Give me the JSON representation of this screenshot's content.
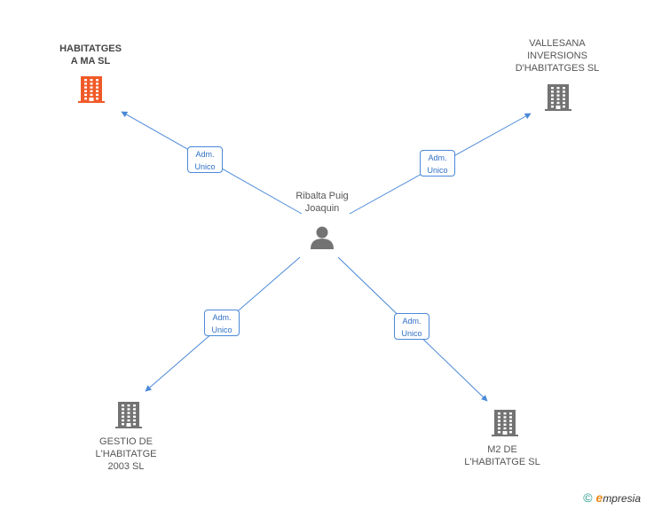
{
  "colors": {
    "edge": "#4a88d8",
    "building_default": "#737373",
    "building_highlight": "#f05a28",
    "person": "#737373"
  },
  "center": {
    "icon": "person-icon",
    "label_lines": [
      "Ribalta Puig",
      "Joaquin"
    ]
  },
  "nodes": [
    {
      "id": "habitatges",
      "icon": "building-icon",
      "highlight": true,
      "bold": true,
      "label_lines": [
        "HABITATGES",
        "A MA SL"
      ],
      "edge_label": [
        "Adm.",
        "Unico"
      ]
    },
    {
      "id": "vallesana",
      "icon": "building-icon",
      "highlight": false,
      "bold": false,
      "label_lines": [
        "VALLESANA",
        "INVERSIONS",
        "D'HABITATGES SL"
      ],
      "edge_label": [
        "Adm.",
        "Unico"
      ]
    },
    {
      "id": "gestio",
      "icon": "building-icon",
      "highlight": false,
      "bold": false,
      "label_lines": [
        "GESTIO DE",
        "L'HABITATGE",
        "2003 SL"
      ],
      "edge_label": [
        "Adm.",
        "Unico"
      ]
    },
    {
      "id": "m2",
      "icon": "building-icon",
      "highlight": false,
      "bold": false,
      "label_lines": [
        "M2 DE",
        "L'HABITATGE SL"
      ],
      "edge_label": [
        "Adm.",
        "Unico"
      ]
    }
  ],
  "footer": {
    "copyright_symbol": "©",
    "brand_initial": "e",
    "brand_rest": "mpresia"
  }
}
